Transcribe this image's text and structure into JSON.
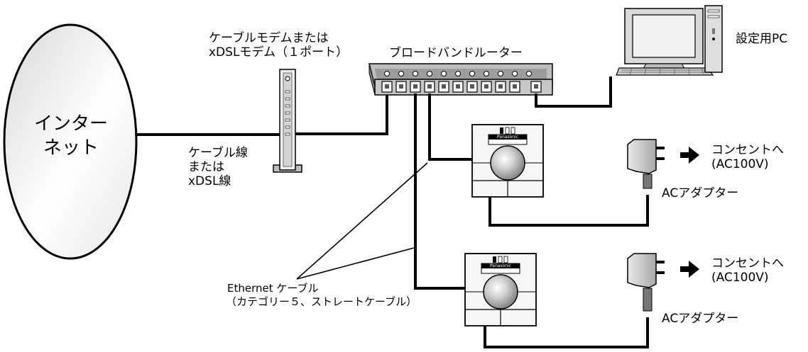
{
  "diagram": {
    "internet": {
      "line1": "インター",
      "line2": "ネット"
    },
    "modem": {
      "line1": "ケーブルモデムまたは",
      "line2": "xDSLモデム（１ポート）"
    },
    "router": {
      "label": "ブロードバンドルーター"
    },
    "pc": {
      "label": "設定用PC"
    },
    "cable_line": {
      "line1": "ケーブル線",
      "line2": "または",
      "line3": "xDSL線"
    },
    "ethernet": {
      "line1": "Ethernet ケーブル",
      "line2": "（カテゴリー５、ストレートケーブル）"
    },
    "outlet": {
      "line1": "コンセントへ",
      "line2": "(AC100V)"
    },
    "adapter": {
      "label": "ACアダプター"
    },
    "camera": {
      "brand": "Panasonic"
    }
  }
}
